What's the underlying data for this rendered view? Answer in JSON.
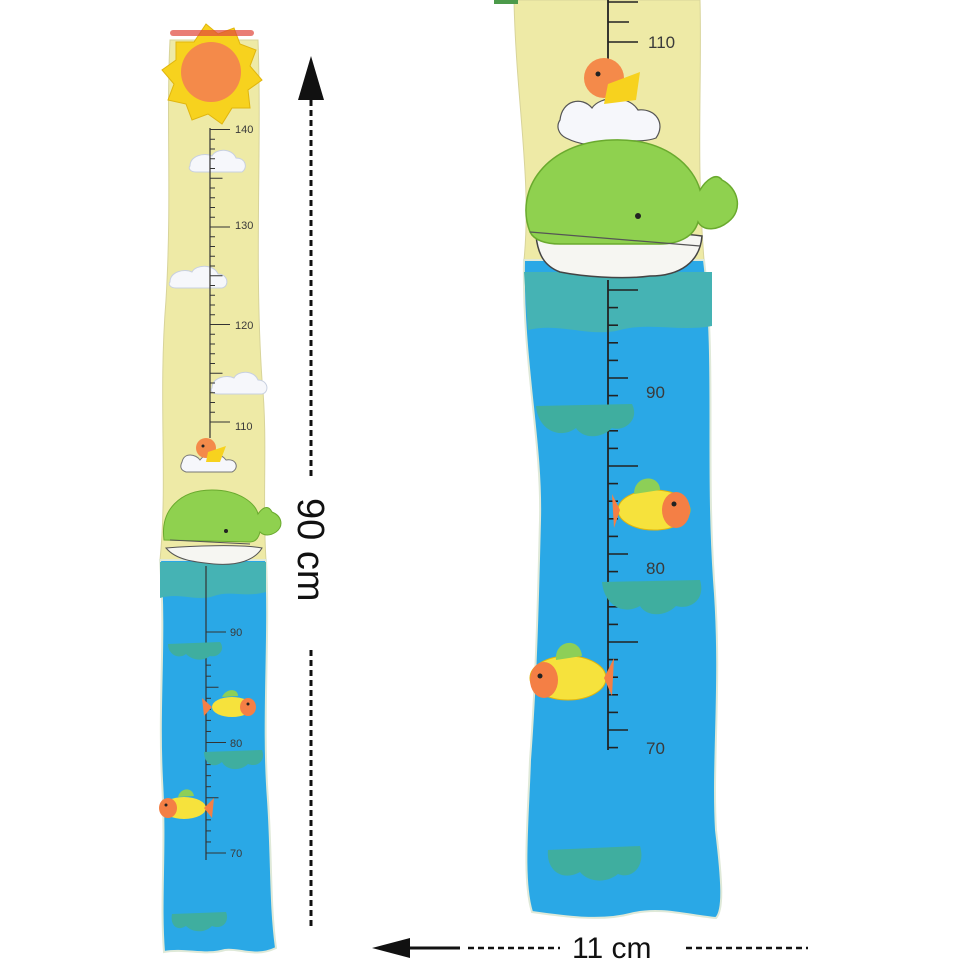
{
  "left_chart": {
    "labels": [
      "140",
      "130",
      "120",
      "110",
      "90",
      "80",
      "70"
    ]
  },
  "right_chart": {
    "labels": [
      "110",
      "90",
      "80",
      "70"
    ]
  },
  "dimensions": {
    "height_label": "90 cm",
    "width_label": "11 cm"
  },
  "colors": {
    "board": "#eeeaa6",
    "water": "#2aa8e6",
    "water_band": "#45b3b4",
    "whale": "#8fd14f",
    "sun": "#f7d21e",
    "sun_core": "#f48a4a",
    "cloud": "#ffffff",
    "fish_body": "#f6e23c",
    "fish_head": "#f47f45",
    "teal_cloud": "#3fae9f"
  }
}
